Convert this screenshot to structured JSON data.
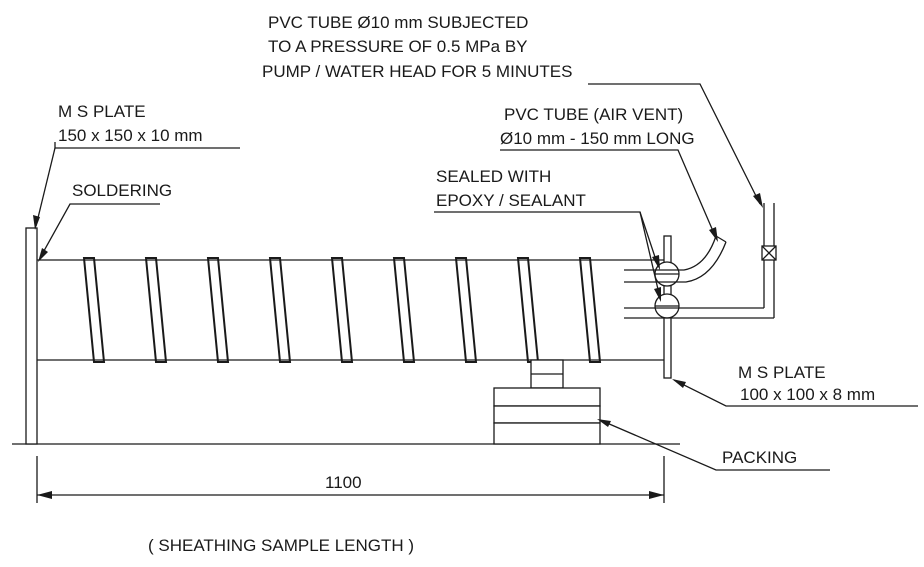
{
  "diagram": {
    "top_note": {
      "line1": "PVC TUBE Ø10 mm SUBJECTED",
      "line2": "TO A PRESSURE OF 0.5 MPa BY",
      "line3": "PUMP / WATER HEAD FOR 5 MINUTES"
    },
    "ms_plate_left": {
      "line1": "M S PLATE",
      "line2": "150 x 150 x 10 mm"
    },
    "soldering": "SOLDERING",
    "air_vent": {
      "line1": "PVC TUBE (AIR VENT)",
      "line2": "Ø10 mm - 150 mm LONG"
    },
    "sealed": {
      "line1": "SEALED WITH",
      "line2": "EPOXY / SEALANT"
    },
    "ms_plate_right": {
      "line1": "M S PLATE",
      "line2": "100 x 100 x 8 mm"
    },
    "packing": "PACKING",
    "dimension": "1100",
    "caption": "( SHEATHING SAMPLE LENGTH )"
  }
}
